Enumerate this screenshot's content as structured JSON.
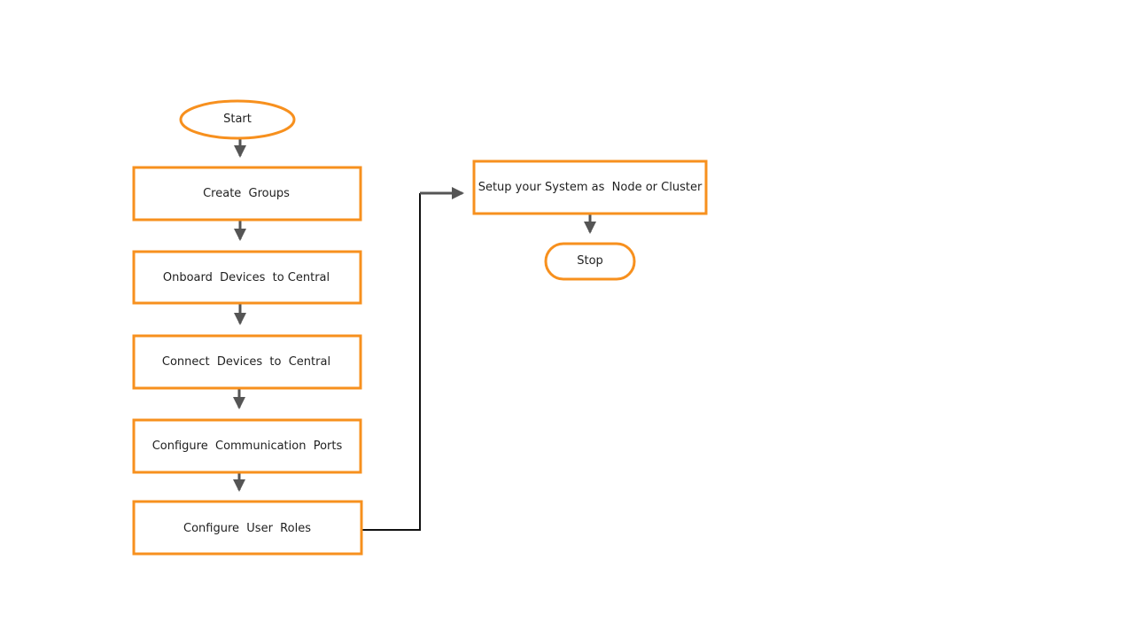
{
  "colors": {
    "node_border": "#F7901E",
    "connector": "#555555",
    "connector_dark": "#111111",
    "background": "#FFFFFF",
    "text": "#1F1F1F"
  },
  "nodes": {
    "start": {
      "shape": "ellipse",
      "label": "Start"
    },
    "create_groups": {
      "shape": "rectangle",
      "label": "Create  Groups"
    },
    "onboard_devices": {
      "shape": "rectangle",
      "label": "Onboard  Devices  to Central"
    },
    "connect_devices": {
      "shape": "rectangle",
      "label": "Connect  Devices  to  Central"
    },
    "configure_ports": {
      "shape": "rectangle",
      "label": "Configure  Communication  Ports"
    },
    "configure_roles": {
      "shape": "rectangle",
      "label": "Configure  User  Roles"
    },
    "setup_system": {
      "shape": "rectangle",
      "label": "Setup your System as  Node or Cluster"
    },
    "stop": {
      "shape": "rounded-terminator",
      "label": "Stop"
    }
  },
  "edges": [
    {
      "from": "start",
      "to": "create_groups"
    },
    {
      "from": "create_groups",
      "to": "onboard_devices"
    },
    {
      "from": "onboard_devices",
      "to": "connect_devices"
    },
    {
      "from": "connect_devices",
      "to": "configure_ports"
    },
    {
      "from": "configure_ports",
      "to": "configure_roles"
    },
    {
      "from": "configure_roles",
      "to": "setup_system"
    },
    {
      "from": "setup_system",
      "to": "stop"
    }
  ]
}
